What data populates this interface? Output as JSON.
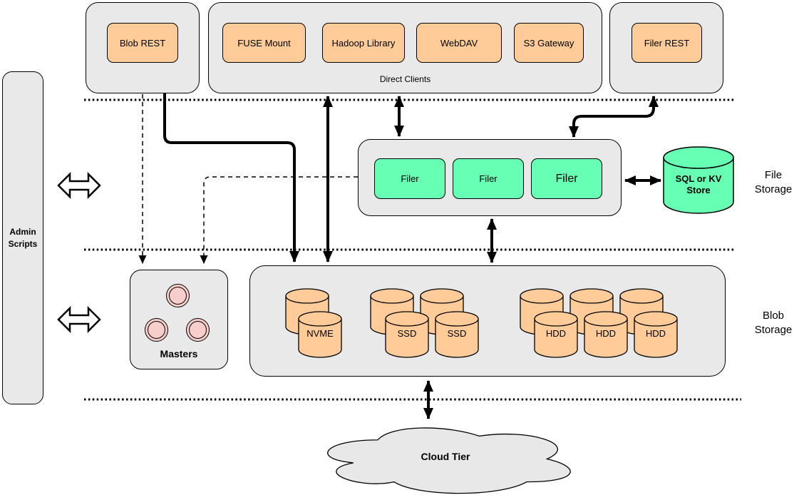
{
  "colors": {
    "container_gray": "#e9e9e9",
    "node_orange": "#ffcc99",
    "node_green": "#66ffb3",
    "node_pink": "#f8cecc",
    "cloud_gray": "#e8e8e8",
    "line_black": "#000000"
  },
  "admin_panel": {
    "label": "Admin Scripts"
  },
  "blob_rest_group": {
    "label": "Blob REST"
  },
  "direct_clients_group": {
    "caption": "Direct Clients",
    "clients": [
      {
        "label": "FUSE Mount"
      },
      {
        "label": "Hadoop Library"
      },
      {
        "label": "WebDAV"
      },
      {
        "label": "S3 Gateway"
      }
    ]
  },
  "filer_rest_group": {
    "label": "Filer REST"
  },
  "file_storage": {
    "filers": [
      {
        "label": "Filer"
      },
      {
        "label": "Filer"
      },
      {
        "label": "Filer"
      }
    ],
    "store_label": "SQL or KV Store",
    "tier_label": "File Storage"
  },
  "masters_group": {
    "label": "Masters"
  },
  "blob_storage": {
    "tier_label": "Blob Storage",
    "volumes": [
      {
        "label": "NVME"
      },
      {
        "label": "SSD"
      },
      {
        "label": "SSD"
      },
      {
        "label": "HDD"
      },
      {
        "label": "HDD"
      },
      {
        "label": "HDD"
      }
    ]
  },
  "cloud": {
    "label": "Cloud Tier"
  }
}
